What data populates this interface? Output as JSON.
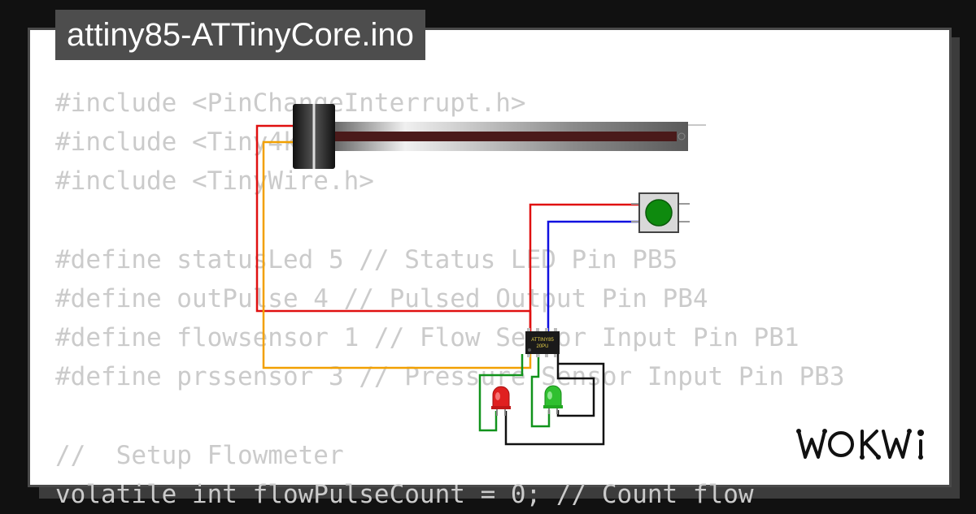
{
  "title": "attiny85-ATTinyCore.ino",
  "code_lines": [
    "#include <PinChangeInterrupt.h>",
    "#include <Tiny4kOLED.h>",
    "#include <TinyWire.h>",
    "",
    "#define statusLed 5 // Status LED Pin PB5",
    "#define outPulse 4 // Pulsed Output Pin PB4",
    "#define flowsensor 1 // Flow Sensor Input Pin PB1",
    "#define prssensor 3 // Pressure Sensor Input Pin PB3",
    "",
    "//  Setup Flowmeter",
    "volatile int flowPulseCount = 0; // Count flow"
  ],
  "chip": {
    "label_line1": "ATTINY85",
    "label_line2": "20PU"
  },
  "brand": {
    "name": "WOKWI"
  },
  "colors": {
    "wire_red": "#e01010",
    "wire_blue": "#1010e0",
    "wire_yellow": "#f2a000",
    "wire_green": "#11931c",
    "wire_black": "#111111",
    "led_red": "#e02020",
    "led_green": "#30c030",
    "button_green": "#0e8a0e"
  }
}
